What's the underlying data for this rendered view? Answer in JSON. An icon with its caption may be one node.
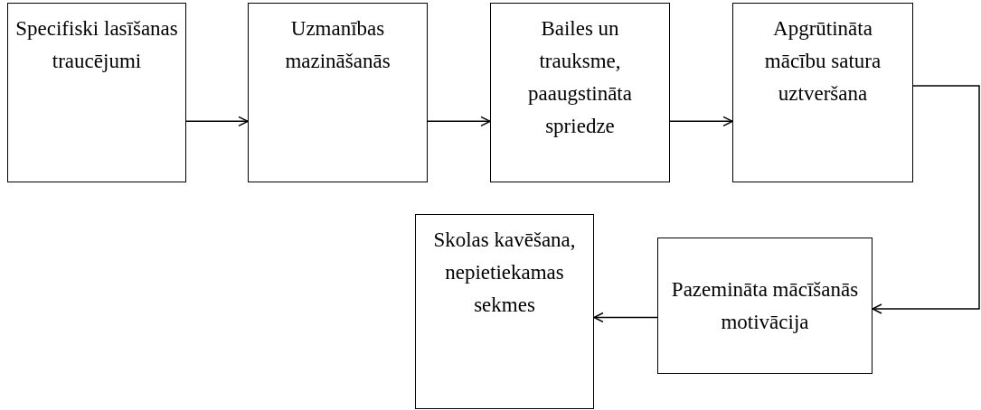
{
  "diagram": {
    "nodes": [
      {
        "text": [
          "Specifiski lasīšanas traucējumi"
        ]
      },
      {
        "text": [
          "Uzmanības mazināšanās"
        ]
      },
      {
        "text": [
          "Bailes un trauksme, paaugstināta spriedze"
        ]
      },
      {
        "text": [
          "Apgrūtināta mācību satura uztveršana"
        ]
      },
      {
        "text": [
          "Skolas kavēšana, nepietiekamas sekmes"
        ]
      },
      {
        "text": [
          "Pazemināta mācīšanās motivācija"
        ]
      }
    ],
    "edges": [
      {
        "from": 0,
        "to": 1,
        "arrow": "to"
      },
      {
        "from": 1,
        "to": 2,
        "arrow": "to"
      },
      {
        "from": 2,
        "to": 3,
        "arrow": "to"
      },
      {
        "from": 3,
        "to": 5,
        "arrow": "to"
      },
      {
        "from": 5,
        "to": 4,
        "arrow": "to"
      }
    ]
  }
}
